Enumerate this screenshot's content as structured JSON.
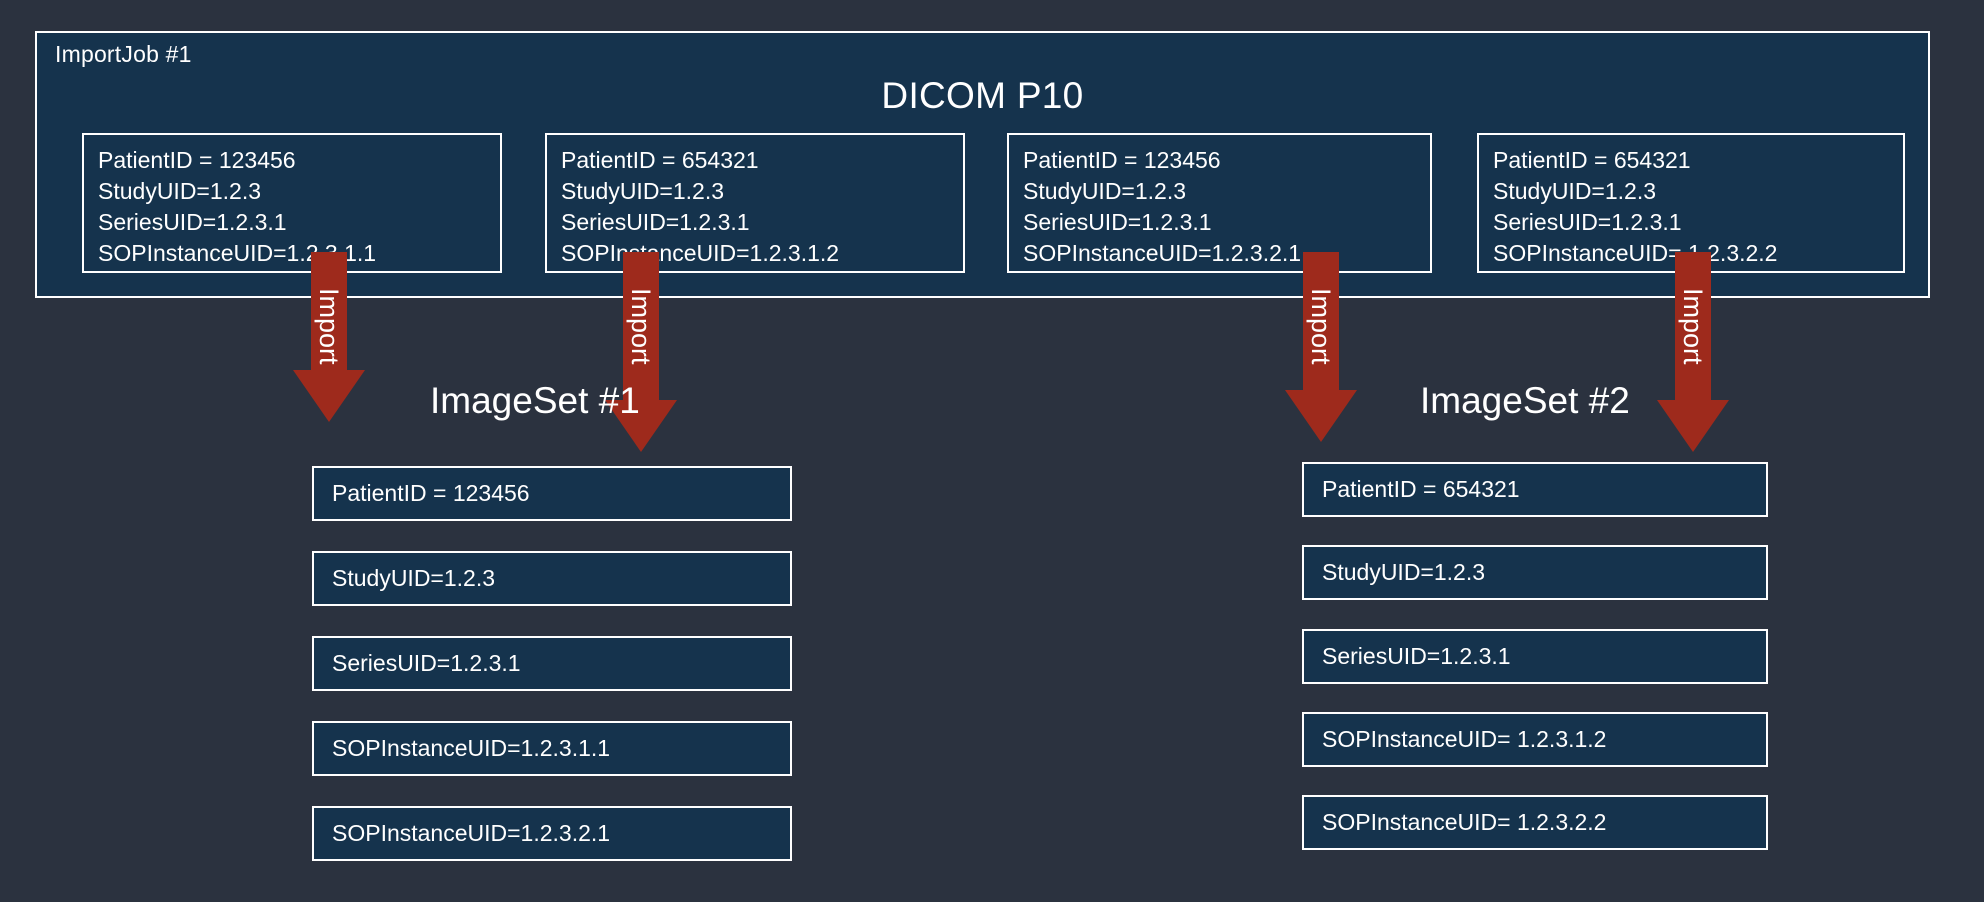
{
  "canvas": {
    "background_color": "#2b323f",
    "panel_color": "#15334d",
    "border_color": "#ffffff",
    "arrow_color": "#9e2a1c"
  },
  "dicom_panel": {
    "job_label": "ImportJob #1",
    "title": "DICOM P10",
    "instances": [
      {
        "lines": [
          "PatientID = 123456",
          "StudyUID=1.2.3",
          "SeriesUID=1.2.3.1",
          "SOPInstanceUID=1.2.3.1.1"
        ]
      },
      {
        "lines": [
          "PatientID = 654321",
          "StudyUID=1.2.3",
          "SeriesUID=1.2.3.1",
          "SOPInstanceUID=1.2.3.1.2"
        ]
      },
      {
        "lines": [
          "PatientID = 123456",
          "StudyUID=1.2.3",
          "SeriesUID=1.2.3.1",
          "SOPInstanceUID=1.2.3.2.1"
        ]
      },
      {
        "lines": [
          "PatientID = 654321",
          "StudyUID=1.2.3",
          "SeriesUID=1.2.3.1",
          "SOPInstanceUID= 1.2.3.2.2"
        ]
      }
    ]
  },
  "arrows": [
    {
      "label": "Import"
    },
    {
      "label": "Import"
    },
    {
      "label": "Import"
    },
    {
      "label": "Import"
    }
  ],
  "image_sets": [
    {
      "title": "ImageSet #1",
      "rows": [
        "PatientID = 123456",
        "StudyUID=1.2.3",
        "SeriesUID=1.2.3.1",
        "SOPInstanceUID=1.2.3.1.1",
        "SOPInstanceUID=1.2.3.2.1"
      ]
    },
    {
      "title": "ImageSet #2",
      "rows": [
        "PatientID = 654321",
        "StudyUID=1.2.3",
        "SeriesUID=1.2.3.1",
        "SOPInstanceUID= 1.2.3.1.2",
        "SOPInstanceUID= 1.2.3.2.2"
      ]
    }
  ]
}
